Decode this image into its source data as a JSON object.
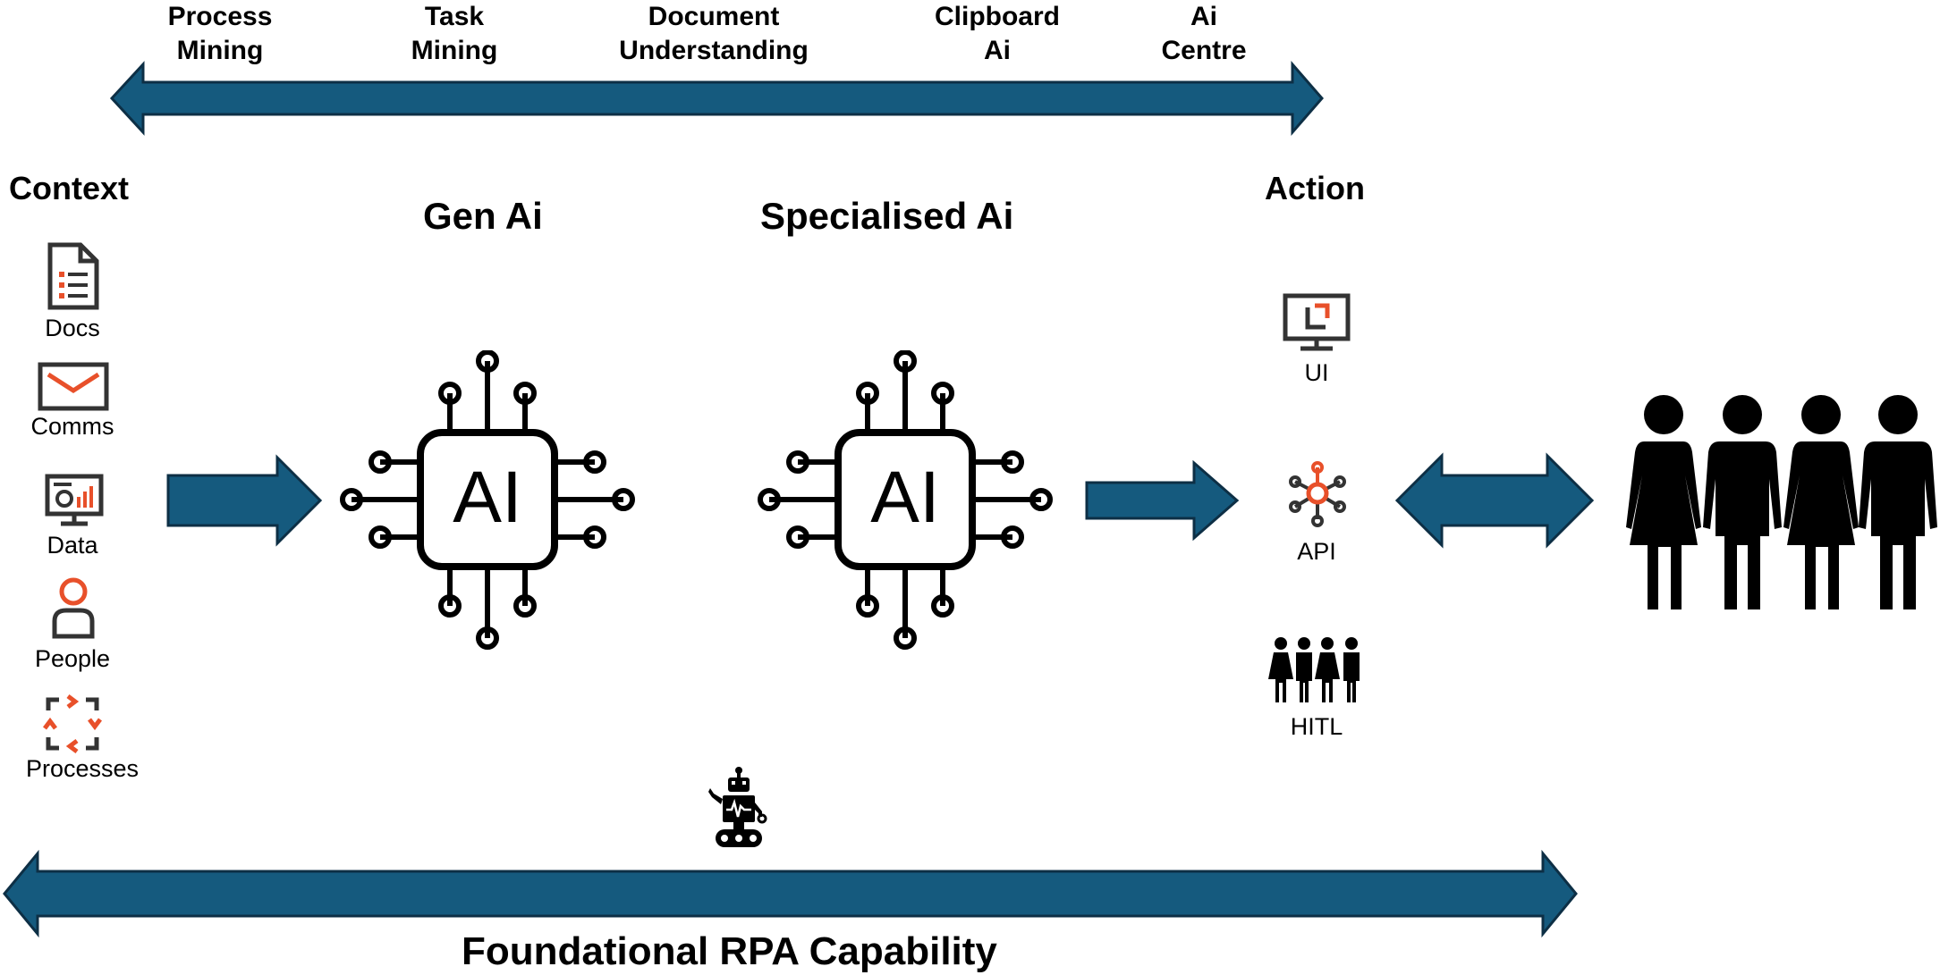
{
  "capabilities": [
    {
      "label": "Process\nMining"
    },
    {
      "label": "Task\nMining"
    },
    {
      "label": "Document\nUnderstanding"
    },
    {
      "label": "Clipboard\nAi"
    },
    {
      "label": "Ai\nCentre"
    }
  ],
  "context": {
    "heading": "Context",
    "items": [
      {
        "label": "Docs",
        "icon": "document-icon"
      },
      {
        "label": "Comms",
        "icon": "envelope-icon"
      },
      {
        "label": "Data",
        "icon": "monitor-chart-icon"
      },
      {
        "label": "People",
        "icon": "person-icon"
      },
      {
        "label": "Processes",
        "icon": "process-arrows-icon"
      }
    ]
  },
  "gen_ai": {
    "heading": "Gen Ai",
    "chip_text": "AI"
  },
  "specialised_ai": {
    "heading": "Specialised Ai",
    "chip_text": "AI"
  },
  "action": {
    "heading": "Action",
    "items": [
      {
        "label": "UI",
        "icon": "monitor-ui-icon"
      },
      {
        "label": "API",
        "icon": "api-network-icon"
      },
      {
        "label": "HITL",
        "icon": "people-group-icon"
      }
    ]
  },
  "foundation": {
    "label": "Foundational RPA Capability",
    "icon": "robot-icon"
  },
  "colors": {
    "arrow_fill": "#155A7E",
    "arrow_stroke": "#0D2F45",
    "accent": "#E8502A",
    "icon_dark": "#333333"
  }
}
